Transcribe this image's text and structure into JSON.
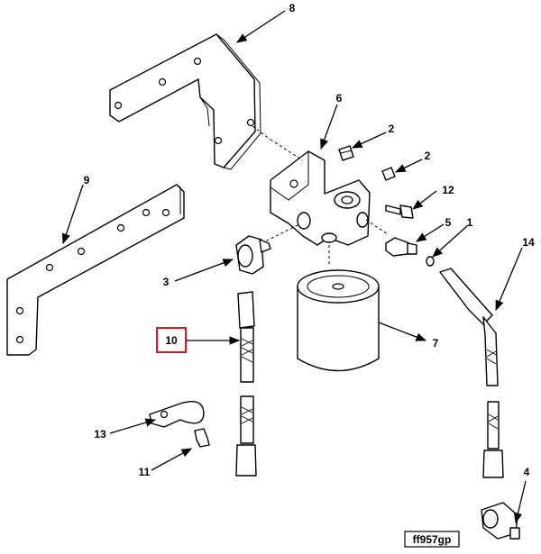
{
  "callouts": {
    "c1": "1",
    "c2a": "2",
    "c2b": "2",
    "c3": "3",
    "c4": "4",
    "c5": "5",
    "c6": "6",
    "c7": "7",
    "c8": "8",
    "c9": "9",
    "c10": "10",
    "c11": "11",
    "c12": "12",
    "c13": "13",
    "c14": "14"
  },
  "highlighted_callout": "10",
  "highlight_color": "#e0141e",
  "figure_ref": "ff957gp"
}
